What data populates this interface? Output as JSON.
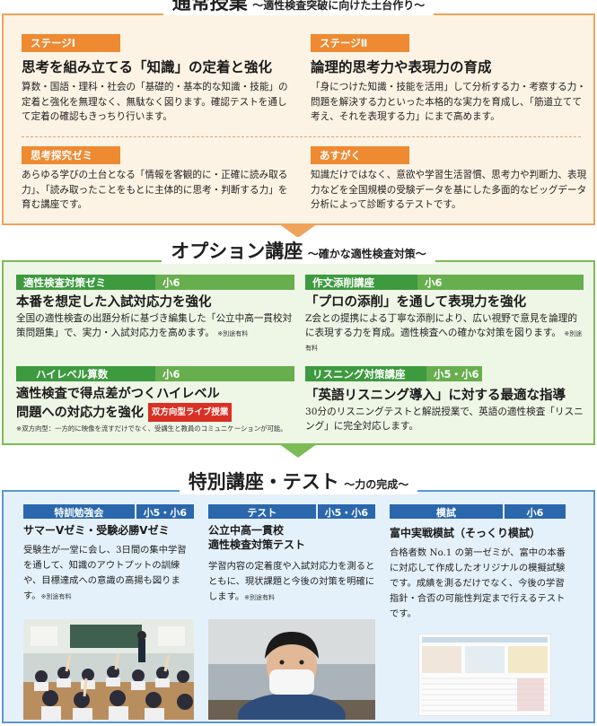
{
  "section1": {
    "title": "通常授業",
    "subtitle": "〜適性検査突破に向けた土台作り〜",
    "blocks": [
      {
        "tag": "ステージⅠ",
        "heading": "思考を組み立てる「知識」の定着と強化",
        "body": "算数・国語・理科・社会の「基礎的・基本的な知識・技能」の定着と強化を無理なく、無駄なく図ります。確認テストを通して定着の確認もきっちり行います。"
      },
      {
        "tag": "ステージⅡ",
        "heading": "論理的思考力や表現力の育成",
        "body": "「身につけた知識・技能を活用」して分析する力・考察する力・問題を解決する力といった本格的な実力を育成し、「筋道立てて考え、それを表現する力」にまで高めます。"
      },
      {
        "tag": "思考探究ゼミ",
        "body": "あらゆる学びの土台となる「情報を客観的に・正確に読み取る力」、「読み取ったことをもとに主体的に思考・判断する力」を育む講座です。"
      },
      {
        "tag": "あすがく",
        "body": "知識だけではなく、意欲や学習生活習慣、思考力や判断力、表現力などを全国規模の受験データを基にした多面的なビッグデータ分析によって診断するテストです。"
      }
    ]
  },
  "section2": {
    "title": "オプション講座",
    "subtitle": "〜確かな適性検査対策〜",
    "blocks": [
      {
        "tag": "適性検査対策ゼミ",
        "grade": "小6",
        "heading": "本番を想定した入試対応力を強化",
        "body": "全国の適性検査の出題分析に基づき編集した「公立中高一貫校対策問題集」で、実力・入試対応力を高めます。",
        "note": "※別途有料"
      },
      {
        "tag": "作文添削講座",
        "grade": "小6",
        "heading": "「プロの添削」を通して表現力を強化",
        "body": "Z会との提携による丁寧な添削により、広い視野で意見を論理的に表現する力を育成。適性検査への確かな対策を図ります。",
        "note": "※別途有料"
      },
      {
        "tag": "ハイレベル算数",
        "grade": "小6",
        "heading1": "適性検査で得点差がつくハイレベル",
        "heading2": "問題への対応力を強化",
        "live": "双方向型ライブ授業",
        "footnote": "※双方向型：一方的に映像を流すだけでなく、受講生と教員のコミュニケーションが可能。"
      },
      {
        "tag": "リスニング対策講座",
        "grade": "小5・小6",
        "heading": "「英語リスニング導入」に対する最適な指導",
        "body": "30分のリスニングテストと解説授業で、英語の適性検査「リスニング」に完全対応します。"
      }
    ]
  },
  "section3": {
    "title": "特別講座・テスト",
    "subtitle": "〜力の完成〜",
    "blocks": [
      {
        "tag": "特訓勉強会",
        "grade": "小5・小6",
        "heading": "サマーVゼミ・受験必勝Vゼミ",
        "body": "受験生が一堂に会し、3日間の集中学習を通して、知識のアウトプットの訓練や、目標達成への意識の高揚も図ります。",
        "note": "※別途有料"
      },
      {
        "tag": "テスト",
        "grade": "小5・小6",
        "heading1": "公立中高一貫校",
        "heading2": "適性検査対策テスト",
        "body": "学習内容の定着度や入試対応力を測るとともに、現状課題と今後の対策を明確にします。",
        "note": "※別途有料"
      },
      {
        "tag": "模試",
        "grade": "小6",
        "heading": "富中実戦模試（そっくり模試）",
        "body": "合格者数 No.1 の第一ゼミが、富中の本番に対応して作成したオリジナルの模擬試験です。成績を測るだけでなく、今後の学習指針・合否の可能性判定まで行えるテストです。"
      }
    ]
  },
  "colors": {
    "orange": "#ee8a32",
    "green": "#3d9a3f",
    "blue": "#2a67ad",
    "live_red": "#d93025"
  }
}
